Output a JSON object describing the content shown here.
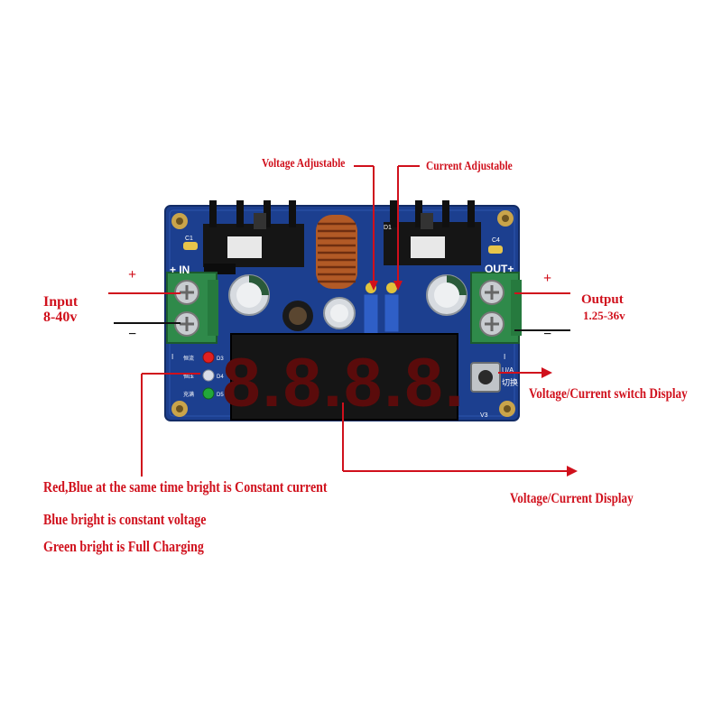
{
  "labels": {
    "voltage_adjustable": "Voltage Adjustable",
    "current_adjustable": "Current Adjustable",
    "input_title": "Input",
    "input_range": "8-40v",
    "output_title": "Output",
    "output_range": "1.25-36v",
    "switch_display": "Voltage/Current switch Display",
    "display": "Voltage/Current Display",
    "plus": "+",
    "minus": "−"
  },
  "notes": [
    "Red,Blue at the same time bright is Constant current",
    "Blue bright  is  constant voltage",
    "Green bright is Full Charging"
  ],
  "board": {
    "in_label": "+ IN",
    "out_label": "OUT+",
    "button_label": "切换",
    "button_label_top": "U/A",
    "display_text": "8.8.8.8.",
    "led_colors": [
      "#e02020",
      "#d8dde8",
      "#22a83a"
    ],
    "led_labels": [
      "恒流",
      "恒压",
      "充满"
    ],
    "led_refs": [
      "D3",
      "D4",
      "D5"
    ],
    "ref_c1": "C1",
    "ref_c4": "C4",
    "ref_d1": "D1",
    "ref_v3": "V3",
    "ref_i_left": "I",
    "ref_i_right": "I"
  },
  "colors": {
    "annotation": "#d0101c",
    "pcb": "#1c3f8f",
    "terminal": "#2f8a4a"
  }
}
